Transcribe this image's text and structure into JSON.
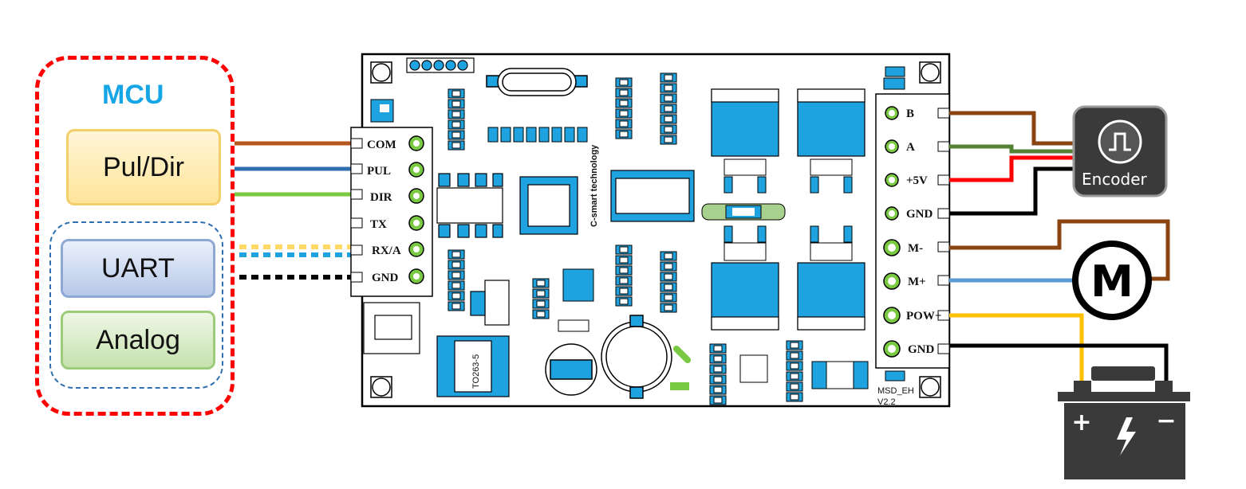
{
  "mcu": {
    "title": "MCU",
    "pul_dir": "Pul/Dir",
    "uart": "UART",
    "analog": "Analog"
  },
  "left_pins": [
    "COM",
    "PUL",
    "DIR",
    "TX",
    "RX/A",
    "GND"
  ],
  "right_pins": [
    "B",
    "A",
    "+5V",
    "GND",
    "M-",
    "M+",
    "POW+",
    "GND"
  ],
  "encoder": {
    "label": "Encoder"
  },
  "motor": {
    "symbol": "M"
  },
  "board": {
    "model": "MSD_EH",
    "version": "V2.2",
    "package_label": "TO263-5"
  },
  "battery": {
    "plus": "+",
    "minus": "−"
  },
  "colors": {
    "mcu_frame": "#ff0000",
    "mcu_title": "#16a6e6",
    "pad_blue": "#1fa3e0",
    "wire_brown": "#8b4513",
    "wire_blue": "#2f6fb0",
    "wire_green": "#7ac943",
    "wire_red": "#ff0000",
    "wire_yellow": "#ffc000",
    "wire_dark_green": "#548235",
    "wire_black": "#000000"
  }
}
